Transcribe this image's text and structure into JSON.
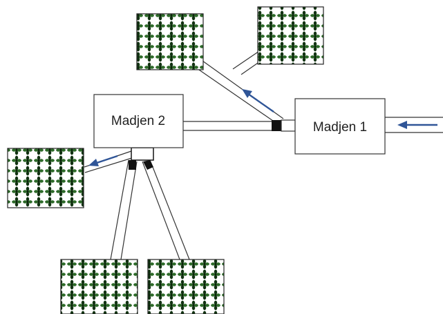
{
  "diagram": {
    "nodes": [
      {
        "id": "madjen1",
        "label": "Madjen 1"
      },
      {
        "id": "madjen2",
        "label": "Madjen 2"
      }
    ],
    "fields": [
      {
        "id": "field-top-left",
        "icon": "plant-grid-icon"
      },
      {
        "id": "field-top-right",
        "icon": "plant-grid-icon"
      },
      {
        "id": "field-left",
        "icon": "plant-grid-icon"
      },
      {
        "id": "field-bottom-left",
        "icon": "plant-grid-icon"
      },
      {
        "id": "field-bottom-right",
        "icon": "plant-grid-icon"
      }
    ],
    "colors": {
      "flow_arrow": "#2f5597",
      "box_stroke": "#333333",
      "plant_dark": "#123312",
      "plant_light": "#2e6b2a",
      "gate": "#111111"
    }
  }
}
